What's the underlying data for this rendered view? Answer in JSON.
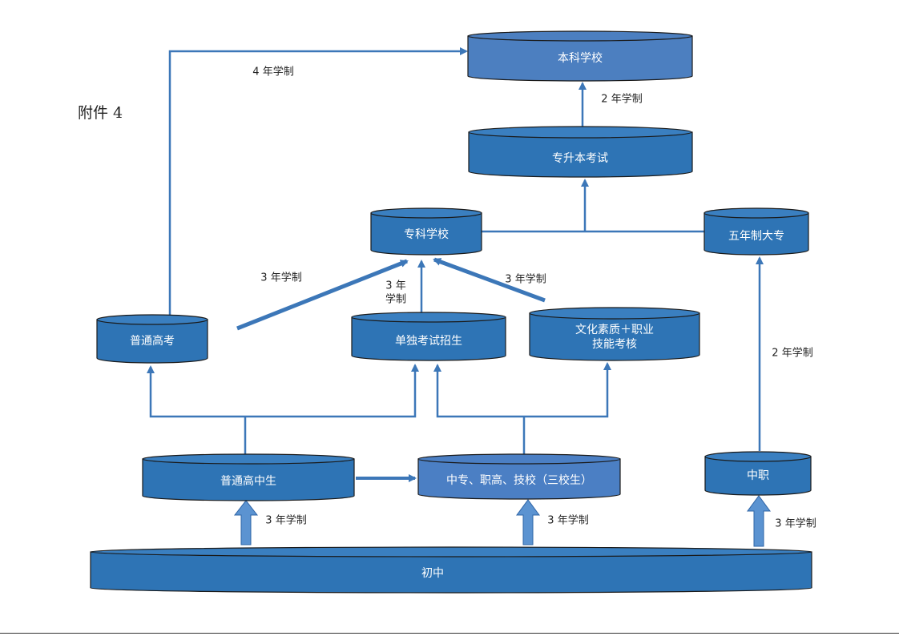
{
  "attachment_label": "附件 4",
  "nodes": {
    "bachelor_school": "本科学校",
    "upgrade_exam": "专升本考试",
    "junior_college": "专科学校",
    "five_year_college": "五年制大专",
    "gaokao": "普通高考",
    "separate_exam": "单独考试招生",
    "culture_skill_1": "文化素质＋职业",
    "culture_skill_2": "技能考核",
    "high_school": "普通高中生",
    "vocational_three": "中专、职高、技校（三校生）",
    "secondary_vocational": "中职",
    "junior_high": "初中"
  },
  "edges": {
    "four_year": "4 年学制",
    "two_year_top": "2 年学制",
    "three_year_left": "3 年学制",
    "three_year_mid_1": "3 年",
    "three_year_mid_2": "学制",
    "three_year_right": "3 年学制",
    "two_year_right": "2 年学制",
    "three_year_bottom_left": "3 年学制",
    "three_year_bottom_mid": "3 年学制",
    "three_year_bottom_right": "3 年学制"
  },
  "colors": {
    "node_fill": "#2e74b5",
    "node_fill_light": "#4b7fc4",
    "node_top": "#3a7fc0",
    "arrow_fill": "#5b93d1",
    "line": "#3c77b8"
  }
}
